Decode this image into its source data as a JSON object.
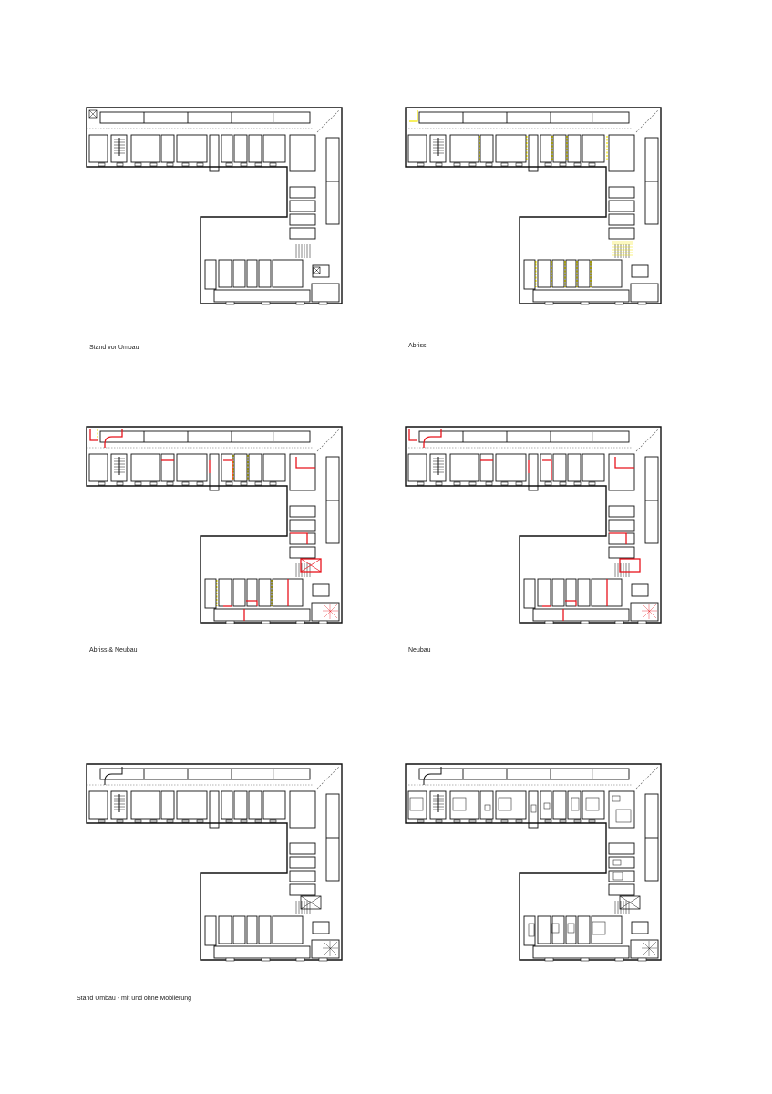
{
  "page": {
    "plans": [
      {
        "id": "plan-1",
        "caption": "Stand vor Umbau",
        "variant": "before"
      },
      {
        "id": "plan-2",
        "caption": "Abriss",
        "variant": "demolition"
      },
      {
        "id": "plan-3",
        "caption": "Abriss & Neubau",
        "variant": "demolition-and-new"
      },
      {
        "id": "plan-4",
        "caption": "Neubau",
        "variant": "new"
      },
      {
        "id": "plan-5",
        "caption": "",
        "variant": "after-empty"
      },
      {
        "id": "plan-6",
        "caption": "",
        "variant": "after-furnished"
      }
    ],
    "bottom_caption": "Stand Umbau - mit und ohne Möblierung"
  },
  "colors": {
    "wall": "#111111",
    "existing": "#777777",
    "demolition": "#f2e600",
    "new_construction": "#e8141c",
    "background": "#ffffff"
  }
}
